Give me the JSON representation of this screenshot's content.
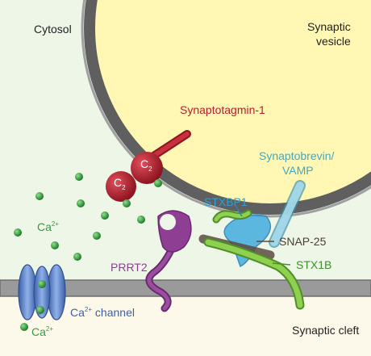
{
  "regions": {
    "cytosol": "Cytosol",
    "vesicle_line1": "Synaptic",
    "vesicle_line2": "vesicle",
    "cleft": "Synaptic cleft"
  },
  "proteins": {
    "synaptotagmin": "Synaptotagmin-1",
    "synaptobrevin_line1": "Synaptobrevin/",
    "synaptobrevin_line2": "VAMP",
    "stxbp1": "STXBP1",
    "snap25": "SNAP-25",
    "stx1b": "STX1B",
    "prrt2": "PRRT2"
  },
  "c2": {
    "base": "C",
    "sub": "2"
  },
  "ca": {
    "base": "Ca",
    "sup": "2+"
  },
  "channel": {
    "base": "Ca",
    "sup": "2+",
    "rest": " channel"
  },
  "colors": {
    "synaptotagmin": "#b51f2e",
    "synaptobrevin": "#58b7d1",
    "stxbp1": "#3fa6d9",
    "snap25": "#5a4a3e",
    "stx1b": "#6fb83a",
    "prrt2": "#8e3e93",
    "calcium": "#2e9e3e",
    "channel": "#4a6fb5",
    "vesicle": "#fff7b3",
    "membrane": "#9a9a9a",
    "cytosol": "#eef6e8",
    "cleft": "#fdf9ea"
  }
}
